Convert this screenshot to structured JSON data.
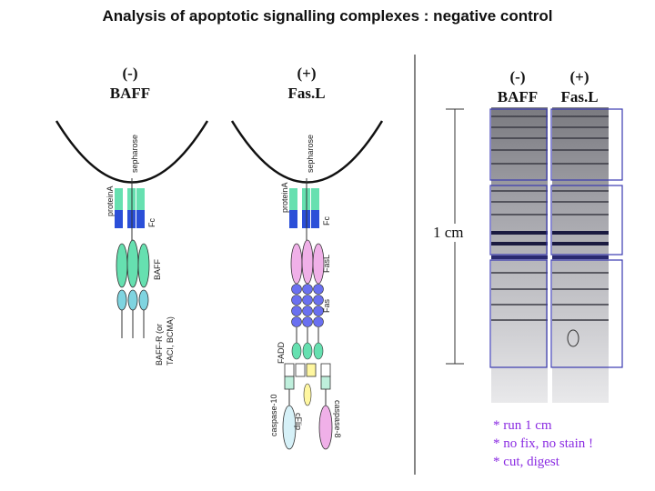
{
  "title": "Analysis of apoptotic signalling complexes : negative control",
  "left_panel": {
    "col1": {
      "sign": "(-)",
      "name": "BAFF"
    },
    "col2": {
      "sign": "(+)",
      "name": "Fas.L"
    }
  },
  "right_panel": {
    "lane1": {
      "sign": "(-)",
      "name": "BAFF"
    },
    "lane2": {
      "sign": "(+)",
      "name": "Fas.L"
    },
    "scale_label": "1 cm"
  },
  "diagram_labels": {
    "sepharose": "sepharose",
    "proteinA": "proteinA",
    "fc": "Fc",
    "baff": "BAFF",
    "baffr": "BAFF-R (or",
    "baffr2": "TACI, BCMA)",
    "fasl": "FasL",
    "fas": "Fas",
    "fadd": "FADD",
    "caspase10": "caspase-10",
    "cflip": "cFlip",
    "caspase8": "caspase-8"
  },
  "notes": [
    "* run 1 cm",
    "* no fix, no stain !",
    "* cut, digest"
  ],
  "colors": {
    "green": "#66e0b0",
    "blue": "#2b4fd8",
    "teal": "#7fd4e0",
    "pink": "#f0b0e8",
    "fas_blue": "#6a70f0",
    "notes": "#8a2be2"
  }
}
